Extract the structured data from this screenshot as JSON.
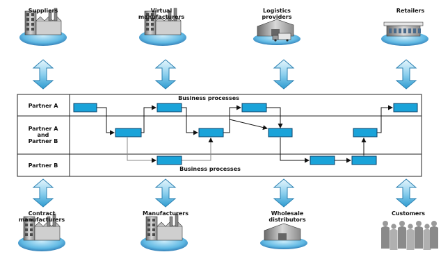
{
  "diagram": {
    "top_entities": [
      {
        "label": [
          "Suppliers"
        ],
        "icon": "factory-icon"
      },
      {
        "label": [
          "Virtual",
          "manufacturers"
        ],
        "icon": "factory-icon"
      },
      {
        "label": [
          "Logistics",
          "providers"
        ],
        "icon": "warehouse-truck-icon"
      },
      {
        "label": [
          "Retailers"
        ],
        "icon": "store-icon"
      }
    ],
    "bottom_entities": [
      {
        "label": [
          "Contract",
          "manufacturers"
        ],
        "icon": "factory-icon"
      },
      {
        "label": [
          "Manufacturers"
        ],
        "icon": "factory-icon"
      },
      {
        "label": [
          "Wholesale",
          "distributors"
        ],
        "icon": "warehouse-icon"
      },
      {
        "label": [
          "Customers"
        ],
        "icon": "people-icon"
      }
    ],
    "rows": [
      {
        "label": [
          "Partner A"
        ]
      },
      {
        "label": [
          "Partner A",
          "and",
          "Partner B"
        ]
      },
      {
        "label": [
          "Partner B"
        ]
      }
    ],
    "business_processes_top": "Business processes",
    "business_processes_bottom": "Business processes",
    "colors": {
      "process_box": "#1aa3d9",
      "arrow_gradient_top": "#d6f0fb",
      "arrow_gradient_bottom": "#3aa9d9",
      "icon_base": "#1e6fb3"
    }
  }
}
